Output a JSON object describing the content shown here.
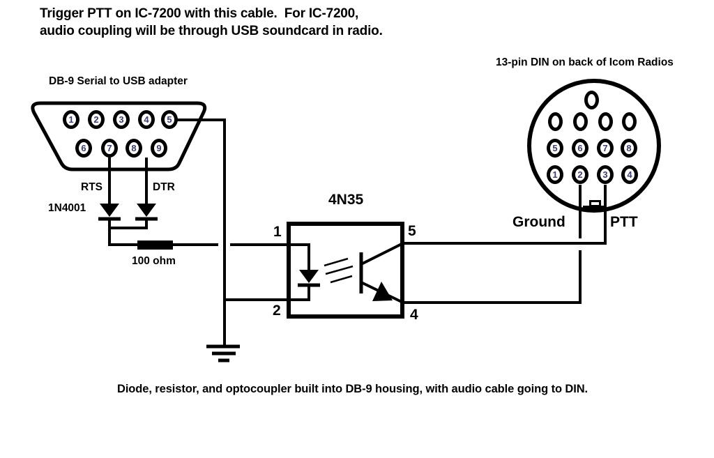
{
  "title": {
    "line1": "Trigger PTT on IC-7200 with this cable.  For IC-7200,",
    "line2": "audio coupling will be through USB soundcard in radio."
  },
  "db9": {
    "label": "DB-9 Serial to USB adapter",
    "top_row_pins": [
      "1",
      "2",
      "3",
      "4",
      "5"
    ],
    "bottom_row_pins": [
      "6",
      "7",
      "8",
      "9"
    ]
  },
  "din": {
    "label": "13-pin DIN on back of Icom Radios",
    "numbered_row_upper": [
      "5",
      "6",
      "7",
      "8"
    ],
    "numbered_row_lower": [
      "1",
      "2",
      "3",
      "4"
    ]
  },
  "optocoupler": {
    "part": "4N35",
    "pin_in_top": "1",
    "pin_in_bottom": "2",
    "pin_out_top": "5",
    "pin_out_bottom": "4"
  },
  "labels": {
    "rts": "RTS",
    "dtr": "DTR",
    "diode_part": "1N4001",
    "resistor_value": "100 ohm",
    "ground": "Ground",
    "ptt": "PTT"
  },
  "caption": "Diode, resistor, and optocoupler built into DB-9 housing, with audio cable going to DIN.",
  "colors": {
    "ink": "#000000",
    "pin_numeral": "#3d3d70",
    "background": "#ffffff"
  }
}
